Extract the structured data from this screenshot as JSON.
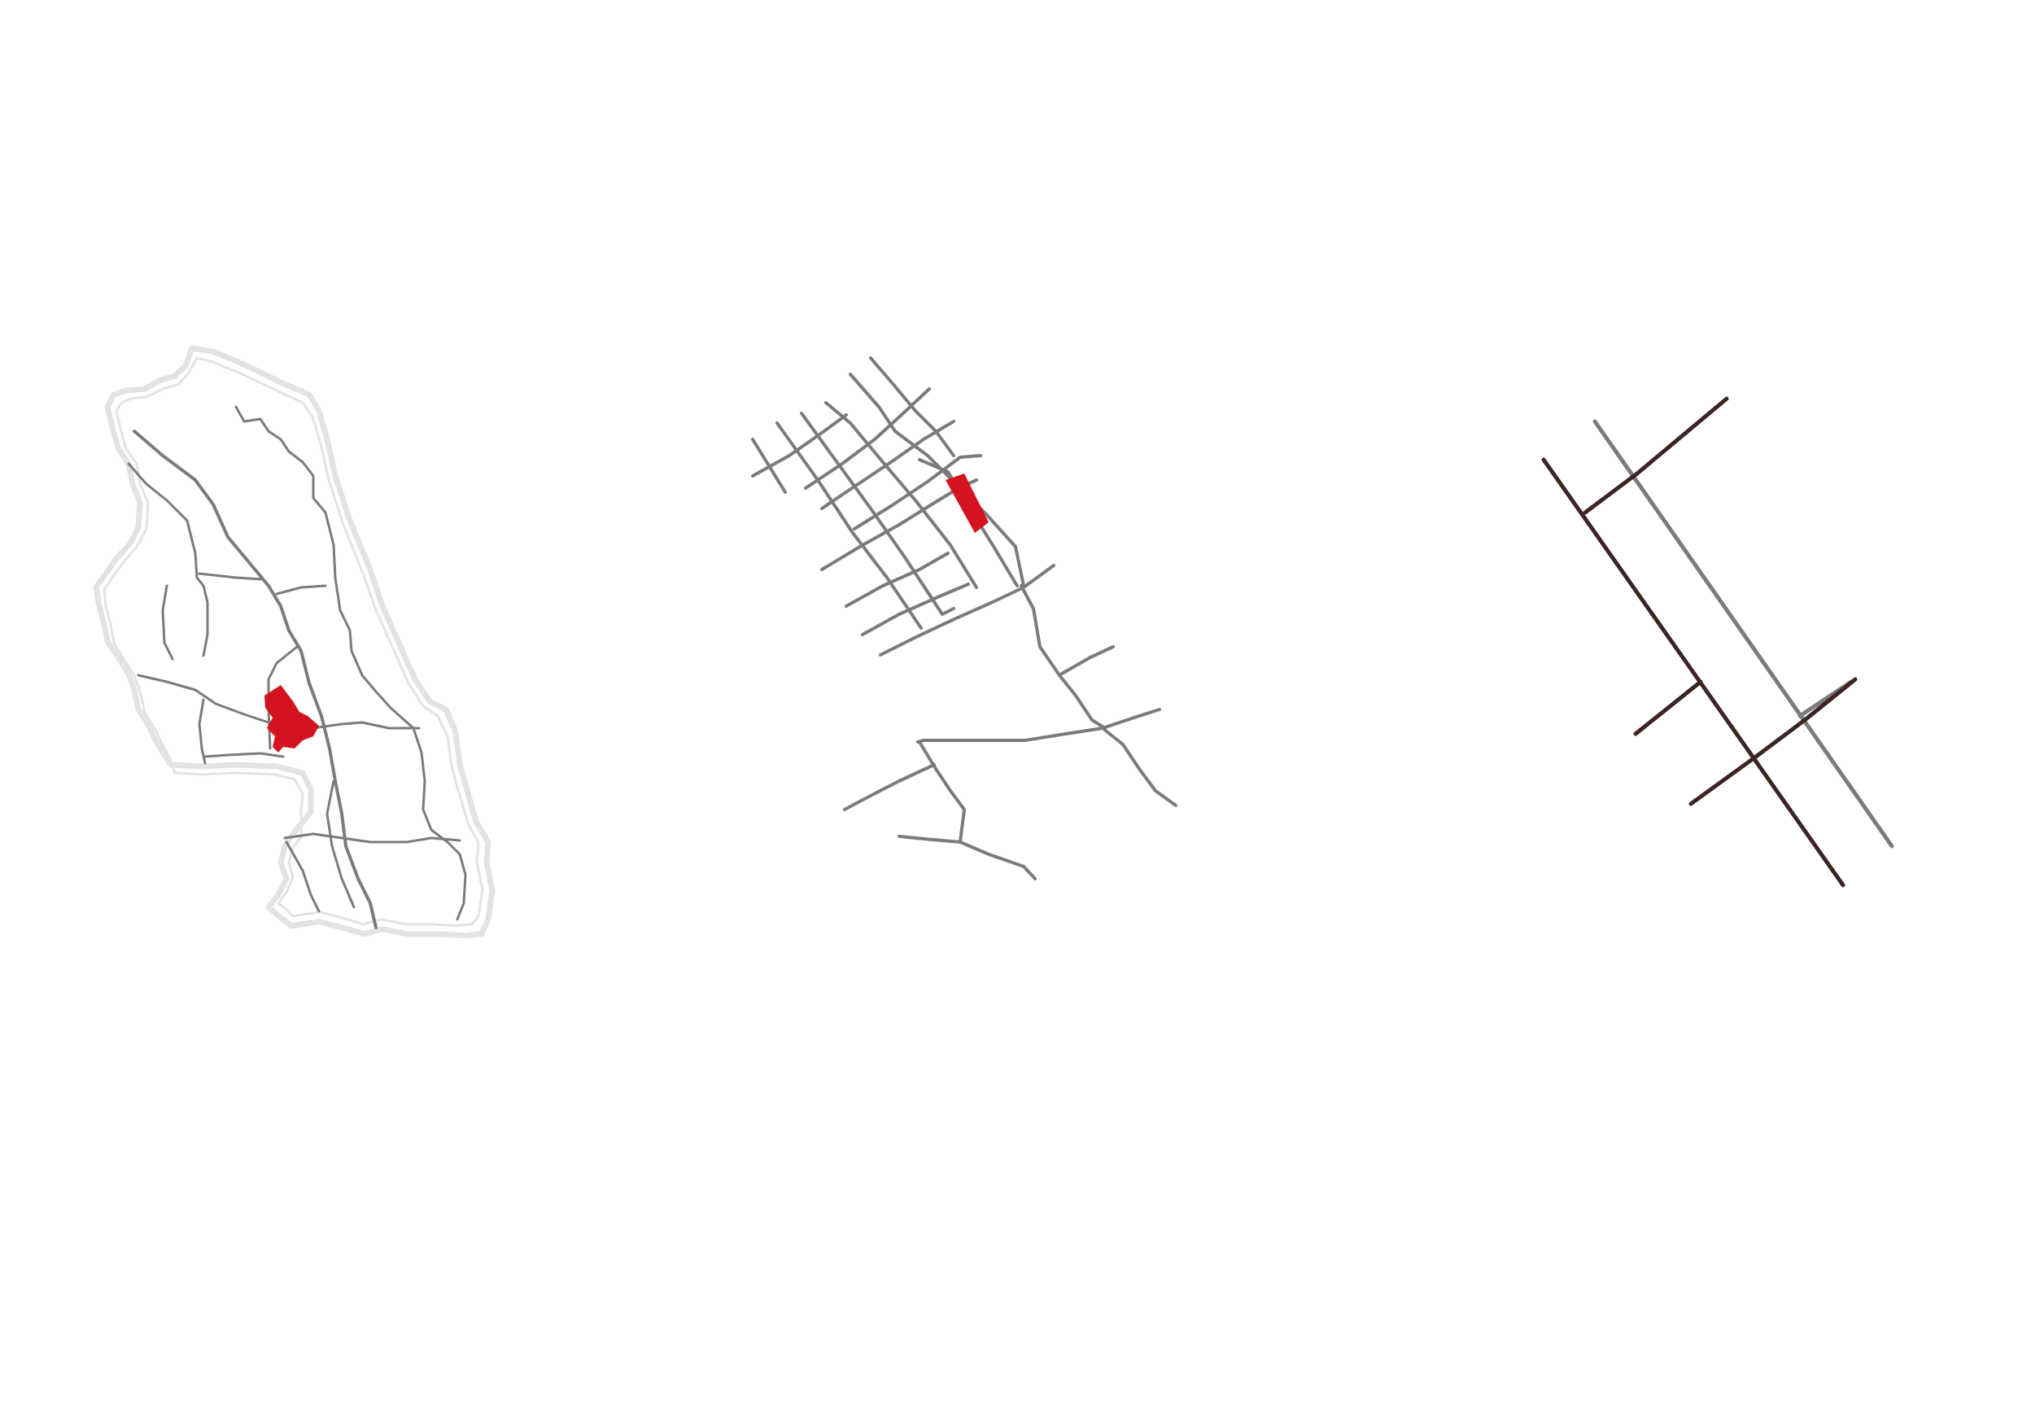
{
  "colors": {
    "background": "#ffffff",
    "boundary": "#e3e3e3",
    "road": "#7b7b7b",
    "primary_road": "#3b2422",
    "site": "#d3131f"
  },
  "maps": [
    {
      "name": "regional-context-map",
      "has_boundary": true,
      "highlight": "site-parcel"
    },
    {
      "name": "district-street-map",
      "has_boundary": false,
      "highlight": "site-parcel"
    },
    {
      "name": "road-hierarchy-diagram",
      "has_boundary": false,
      "highlight": "primary-roads"
    }
  ]
}
